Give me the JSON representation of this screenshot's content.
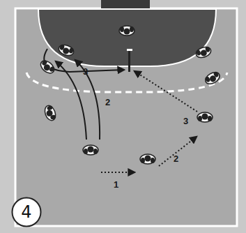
{
  "diagram": {
    "nodes": [
      {
        "text": [
          "4"
        ]
      }
    ],
    "labels": [
      "3",
      "2",
      "3",
      "2",
      "1"
    ]
  }
}
